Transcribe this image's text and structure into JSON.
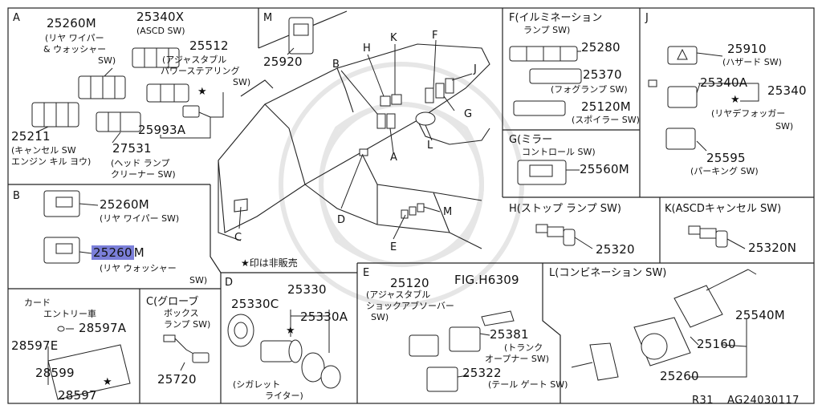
{
  "legend": {
    "star": "★",
    "not_sold": "★印は非販売"
  },
  "callouts": {
    "a": "A",
    "b": "B",
    "c": "C",
    "d": "D",
    "e": "E",
    "f": "F",
    "g": "G",
    "h": "H",
    "j": "J",
    "k": "K",
    "l": "L",
    "m": "M"
  },
  "sections": {
    "a": {
      "letter": "A",
      "parts": [
        {
          "num": "25260M",
          "desc": [
            "(リヤ ワイパー",
            "& ウォッシャー",
            "SW)"
          ]
        },
        {
          "num": "25340X",
          "desc": [
            "(ASCD SW)"
          ]
        },
        {
          "num": "25512",
          "desc": [
            "(アジャスタブル",
            "パワーステアリング",
            "SW)"
          ]
        },
        {
          "num": "25993A"
        },
        {
          "num": "25211",
          "desc": [
            "(キャンセル SW",
            "エンジン キル ヨウ)"
          ]
        },
        {
          "num": "27531",
          "desc": [
            "(ヘッド ランプ",
            "クリーナー SW)"
          ]
        }
      ]
    },
    "m": {
      "letter": "M",
      "parts": [
        {
          "num": "25920"
        }
      ]
    },
    "f": {
      "title": [
        "F(イルミネーション",
        "ランプ SW)"
      ],
      "parts": [
        {
          "num": "25280"
        },
        {
          "num": "25370",
          "desc": [
            "(フォグランプ SW)"
          ]
        },
        {
          "num": "25120M",
          "desc": [
            "(スポイラー SW)"
          ]
        }
      ]
    },
    "j": {
      "letter": "J",
      "parts": [
        {
          "num": "25910",
          "desc": [
            "(ハザード SW)"
          ]
        },
        {
          "num": "25340A"
        },
        {
          "num": "25340",
          "desc": [
            "(リヤデフォッガー",
            "SW)"
          ]
        },
        {
          "num": "25595",
          "desc": [
            "(パーキング SW)"
          ]
        }
      ]
    },
    "g": {
      "title": [
        "G(ミラー",
        "コントロール SW)"
      ],
      "parts": [
        {
          "num": "25560M"
        }
      ]
    },
    "b": {
      "letter": "B",
      "parts": [
        {
          "num": "25260M",
          "desc": [
            "(リヤ ワイパー SW)"
          ]
        },
        {
          "num_highlight": "25260",
          "num_suffix": "M",
          "desc": [
            "(リヤ ウォッシャー",
            "SW)"
          ]
        }
      ]
    },
    "h": {
      "title": "H(ストップ ランプ SW)",
      "parts": [
        {
          "num": "25320"
        }
      ]
    },
    "k": {
      "title": "K(ASCDキャンセル SW)",
      "parts": [
        {
          "num": "25320N"
        }
      ]
    },
    "card": {
      "title": [
        "カード",
        "エントリー車"
      ],
      "parts": [
        {
          "num": "28597A"
        },
        {
          "num": "28597E"
        },
        {
          "num": "28599"
        },
        {
          "num": "28597"
        }
      ]
    },
    "c": {
      "title": [
        "C(グローブ",
        "ボックス",
        "ランプ SW)"
      ],
      "parts": [
        {
          "num": "25720"
        }
      ]
    },
    "d": {
      "letter": "D",
      "parts": [
        {
          "num": "25330",
          "desc": [
            "(シガレット",
            "ライター)"
          ]
        },
        {
          "num": "25330C"
        },
        {
          "num": "25330A"
        }
      ]
    },
    "e": {
      "letter": "E",
      "fig": "FIG.H6309",
      "parts": [
        {
          "num": "25120",
          "desc": [
            "(アジャスタブル",
            "ショックアブソーバー",
            "SW)"
          ]
        },
        {
          "num": "25381",
          "desc": [
            "(トランク",
            "オープナー SW)"
          ]
        },
        {
          "num": "25322",
          "desc": [
            "(テール ゲート SW)"
          ]
        }
      ]
    },
    "l": {
      "title": "L(コンビネーション SW)",
      "parts": [
        {
          "num": "25540M"
        },
        {
          "num": "25160"
        },
        {
          "num": "25260"
        }
      ]
    }
  },
  "footer": {
    "code": "R31",
    "id": "AG24030117"
  },
  "colors": {
    "highlight": "#7b7fd9",
    "line": "#222222"
  }
}
